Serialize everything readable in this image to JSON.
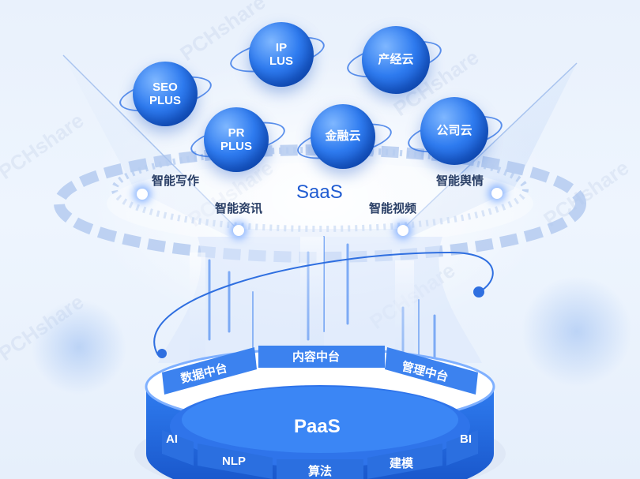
{
  "watermark": "PCHshare",
  "saas": "SaaS",
  "paas": "PaaS",
  "planets": {
    "ip": "IP\nLUS",
    "chanjing": "产经云",
    "seo": "SEO\nPLUS",
    "pr": "PR\nPLUS",
    "jinrong": "金融云",
    "gongsi": "公司云"
  },
  "saas_items": {
    "writing": "智能写作",
    "news": "智能资讯",
    "video": "智能视频",
    "sentiment": "智能舆情"
  },
  "paas_ring": {
    "data_center": "数据中台",
    "content_center": "内容中台",
    "manage_center": "管理中台",
    "ai": "AI",
    "nlp": "NLP",
    "algorithm": "算法",
    "modeling": "建模",
    "bi": "BI"
  },
  "colors": {
    "primary": "#1f5bd1",
    "planet": "#2f7cf0",
    "ring": "#2f6fe0"
  }
}
